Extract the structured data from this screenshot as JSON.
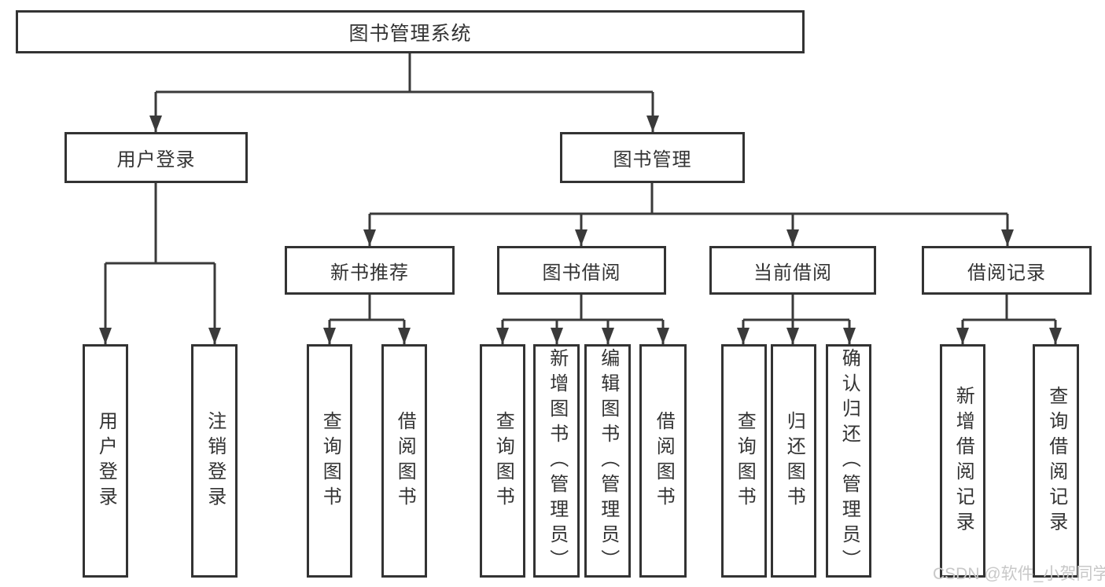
{
  "diagram_title": "图书管理系统",
  "tree": {
    "label": "图书管理系统",
    "children": [
      {
        "label": "用户登录",
        "children": [
          {
            "label": "用户登录"
          },
          {
            "label": "注销登录"
          }
        ]
      },
      {
        "label": "图书管理",
        "children": [
          {
            "label": "新书推荐",
            "children": [
              {
                "label": "查询图书"
              },
              {
                "label": "借阅图书"
              }
            ]
          },
          {
            "label": "图书借阅",
            "children": [
              {
                "label": "查询图书"
              },
              {
                "label": "新增图书（管理员）"
              },
              {
                "label": "编辑图书（管理员）"
              },
              {
                "label": "借阅图书"
              }
            ]
          },
          {
            "label": "当前借阅",
            "children": [
              {
                "label": "查询图书"
              },
              {
                "label": "归还图书"
              },
              {
                "label": "确认归还（管理员）"
              }
            ]
          },
          {
            "label": "借阅记录",
            "children": [
              {
                "label": "新增借阅记录"
              },
              {
                "label": "查询借阅记录"
              }
            ]
          }
        ]
      }
    ]
  },
  "watermark": "CSDN @软件_小贺同学",
  "colors": {
    "line": "#3a3a3a",
    "box_border": "#333333",
    "text": "#333333",
    "watermark": "#c8c8c8",
    "background": "#ffffff"
  }
}
